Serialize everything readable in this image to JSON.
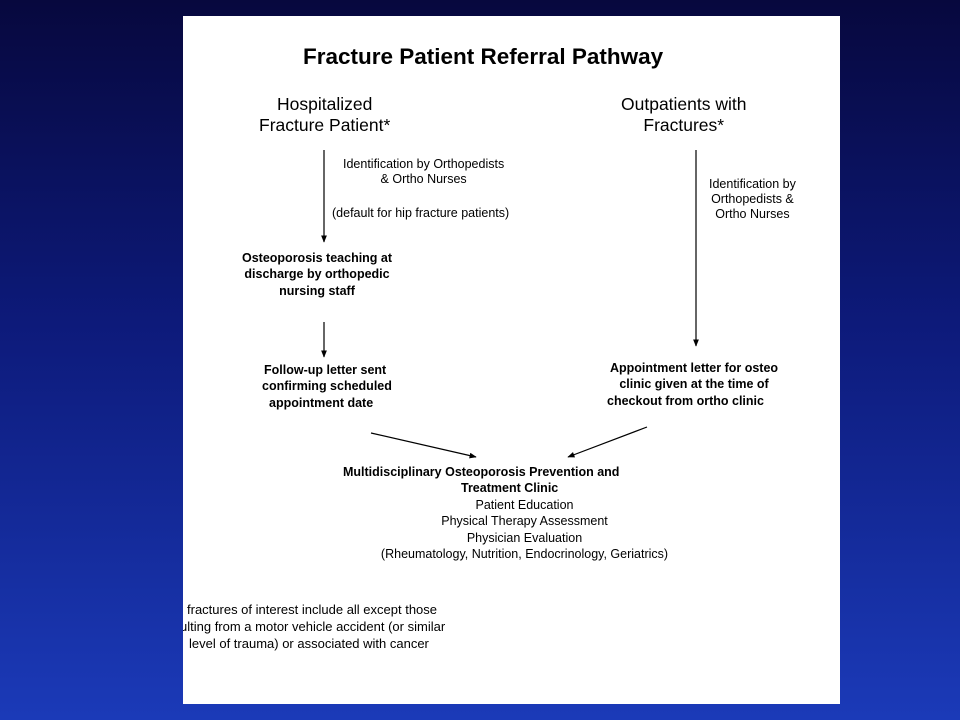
{
  "diagram": {
    "title": "Fracture Patient Referral Pathway",
    "left": {
      "header": [
        "Hospitalized",
        "Fracture Patient*"
      ],
      "identification": [
        "Identification by Orthopedists",
        "& Ortho Nurses"
      ],
      "default_note": "(default for hip fracture patients)",
      "teaching": [
        "Osteoporosis teaching at",
        "discharge by orthopedic",
        "nursing staff"
      ],
      "followup": [
        "Follow-up letter sent",
        "confirming scheduled",
        "appointment date"
      ]
    },
    "right": {
      "header": [
        "Outpatients with",
        "Fractures*"
      ],
      "identification": [
        "Identification by",
        "Orthopedists &",
        "Ortho Nurses"
      ],
      "appointment": [
        "Appointment letter for osteo",
        "clinic given at the time of",
        "checkout from ortho clinic"
      ]
    },
    "clinic": {
      "name": [
        "Multidisciplinary  Osteoporosis Prevention and",
        "Treatment Clinic"
      ],
      "items": [
        "Patient Education",
        "Physical Therapy Assessment",
        "Physician Evaluation",
        "(Rheumatology, Nutrition, Endocrinology, Geriatrics)"
      ]
    },
    "footnote": [
      "fractures of interest include all except those",
      "ulting from a motor vehicle accident (or similar",
      "level of trauma) or associated with cancer"
    ]
  }
}
